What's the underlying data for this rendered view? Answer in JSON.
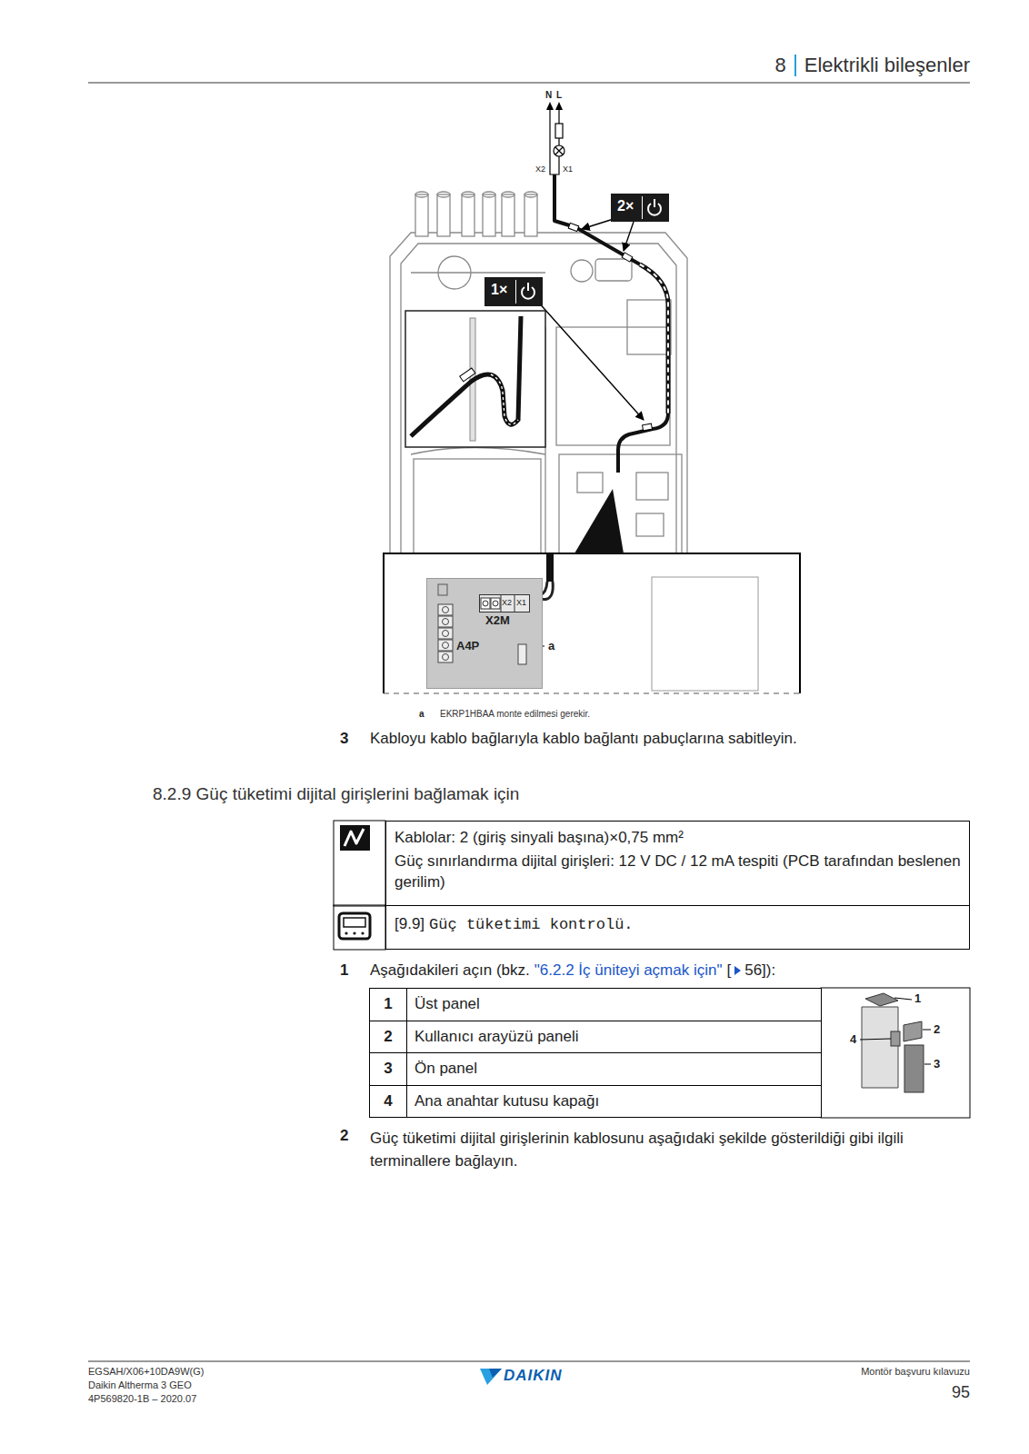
{
  "diagram": {
    "title": "8.2.9 Güç tüketimi dijital girişlerini bağlamak için",
    "nodes": [
      {
        "text": [
          "2×"
        ]
      },
      {
        "text": [
          "1×"
        ]
      },
      {
        "text": [
          "A4P"
        ]
      },
      {
        "text": [
          "X2",
          "X1",
          "X2M"
        ],
        "in": 2
      },
      {
        "text": [
          "Kablolar: 2 (giriş sinyali başına)×0,75 mm²",
          "Güç sınırlandırma dijital girişleri: 12 V DC / 12 mA tespiti (PCB tarafından beslenen gerilim)"
        ]
      },
      {
        "text": [
          "[9.9]",
          "Güç tüketimi kontrolü."
        ]
      },
      {
        "text": [
          "1",
          "Üst panel"
        ]
      },
      {
        "text": [
          "2",
          "Kullanıcı arayüzü paneli"
        ]
      },
      {
        "text": [
          "3",
          "Ön panel"
        ]
      },
      {
        "text": [
          "4",
          "Ana anahtar kutusu kapağı"
        ]
      }
    ],
    "labels": [
      "8",
      "Elektrikli bileşenler",
      "N",
      "L",
      "X2",
      "X1",
      "a",
      "a",
      "EKRP1HBAA monte edilmesi gerekir.",
      "3",
      "Kabloyu kablo bağlarıyla kablo bağlantı pabuçlarına sabitleyin.",
      "1",
      "Aşağıdakileri açın (bkz.",
      "\"6.2.2 İç üniteyi açmak için\"",
      "[",
      "56]):",
      "1",
      "2",
      "3",
      "4",
      "2",
      "Güç tüketimi dijital girişlerinin kablosunu aşağıdaki şekilde gösterildiği gibi ilgili terminallere bağlayın.",
      "EGSAH/X06+10DA9W(G)",
      "Daikin Altherma 3 GEO",
      "4P569820-1B – 2020.07",
      "DAIKIN",
      "Montör başvuru kılavuzu",
      "95"
    ]
  }
}
